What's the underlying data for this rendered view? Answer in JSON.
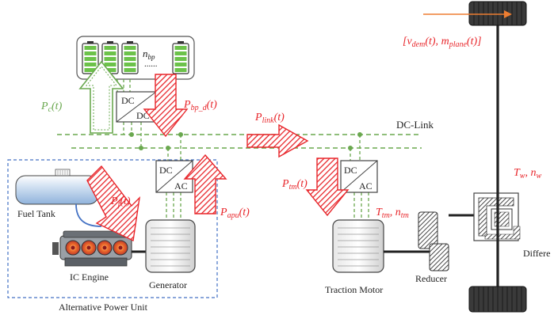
{
  "colors": {
    "red": "#e8262b",
    "green": "#6aa84f",
    "battery_cell": "#6cc24a",
    "dashed_box": "#4472c4",
    "orange": "#ed7d31",
    "dark": "#222222"
  },
  "battery": {
    "count_label_main": "n",
    "count_label_sub": "bp"
  },
  "converters": {
    "battery": {
      "top": "DC",
      "bottom": "DC"
    },
    "apu": {
      "top": "DC",
      "bottom": "AC"
    },
    "traction": {
      "top": "DC",
      "bottom": "AC"
    }
  },
  "dc_link": "DC-Link",
  "apu_box": "Alternative Power Unit",
  "components": {
    "fuel_tank": "Fuel Tank",
    "ic_engine": "IC Engine",
    "generator": "Generator",
    "traction_motor": "Traction Motor",
    "reducer": "Reducer",
    "differential": "Differe"
  },
  "power_labels": {
    "pc": {
      "main": "P",
      "sub": "c",
      "tail": "(t)"
    },
    "pbp": {
      "main": "P",
      "sub": "bp_d",
      "tail": "(t)"
    },
    "plink": {
      "main": "P",
      "sub": "link",
      "tail": "(t)"
    },
    "ptm": {
      "main": "P",
      "sub": "tm",
      "tail": "(t)"
    },
    "pf": {
      "main": "P",
      "sub": "f",
      "tail": "(t)"
    },
    "papu": {
      "main": "P",
      "sub": "apu",
      "tail": "(t)"
    }
  },
  "motor_output": {
    "t": "T",
    "t_sub": "tm",
    "sep": ", ",
    "n": "n",
    "n_sub": "tm"
  },
  "wheel_output": {
    "t": "T",
    "t_sub": "w",
    "sep": ", ",
    "n": "n",
    "n_sub": "w"
  },
  "demand": {
    "open": "[",
    "v": "v",
    "v_sub": "dem",
    "v_tail": "(t), ",
    "m": "m",
    "m_sub": "plane",
    "m_tail": "(t)",
    "close": "]"
  }
}
